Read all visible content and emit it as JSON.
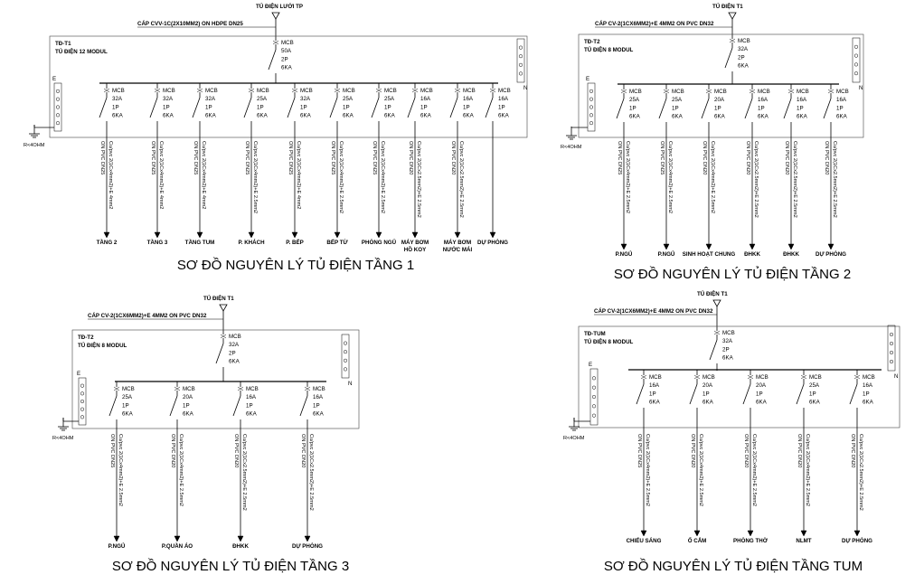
{
  "diagrams": [
    {
      "title": "SƠ ĐỒ NGUYÊN LÝ TỦ ĐIỆN TẦNG 1",
      "source": "TỦ ĐIỆN LƯỚI TP",
      "cable": "CÁP CVV-1C(2X10MM2) ON HDPE DN25",
      "panel": "TĐ-T1",
      "panel_desc": "TỦ ĐIỆN 12 MODUL",
      "main_mcb": [
        "MCB",
        "50A",
        "2P",
        "6KA"
      ],
      "earth_label": "E",
      "neutral_label": "N",
      "ground_label": "R<4OHM",
      "branches": [
        {
          "mcb": [
            "MCB",
            "32A",
            "1P",
            "6KA"
          ],
          "cable": [
            "Cu/pvc 2(1Cx4mm2)+E 4mm2",
            "ON PVC DN25"
          ],
          "load": [
            "TẦNG 2"
          ]
        },
        {
          "mcb": [
            "MCB",
            "32A",
            "1P",
            "6KA"
          ],
          "cable": [
            "Cu/pvc 2(1Cx4mm2)+E 4mm2",
            "ON PVC DN25"
          ],
          "load": [
            "TẦNG 3"
          ]
        },
        {
          "mcb": [
            "MCB",
            "32A",
            "1P",
            "6KA"
          ],
          "cable": [
            "Cu/pvc 2(1Cx4mm2)+E 4mm2",
            "ON PVC DN25"
          ],
          "load": [
            "TẦNG TUM"
          ]
        },
        {
          "mcb": [
            "MCB",
            "25A",
            "1P",
            "6KA"
          ],
          "cable": [
            "Cu/pvc 2(1Cx4mm2)+E 2.5mm2",
            "ON PVC DN25"
          ],
          "load": [
            "P. KHÁCH"
          ]
        },
        {
          "mcb": [
            "MCB",
            "32A",
            "1P",
            "6KA"
          ],
          "cable": [
            "Cu/pvc 2(1Cx4mm2)+E 4mm2",
            "ON PVC DN25"
          ],
          "load": [
            "P. BẾP"
          ]
        },
        {
          "mcb": [
            "MCB",
            "25A",
            "1P",
            "6KA"
          ],
          "cable": [
            "Cu/pvc 2(1Cx4mm2)+E 2.5mm2",
            "ON PVC DN25"
          ],
          "load": [
            "BẾP TỪ"
          ]
        },
        {
          "mcb": [
            "MCB",
            "25A",
            "1P",
            "6KA"
          ],
          "cable": [
            "Cu/pvc 2(1Cx4mm2)+E 2.5mm2",
            "ON PVC DN25"
          ],
          "load": [
            "PHÒNG NGỦ"
          ]
        },
        {
          "mcb": [
            "MCB",
            "16A",
            "1P",
            "6KA"
          ],
          "cable": [
            "Cu/pvc 2(1Cx2.5mm2)+E 2.5mm2",
            "ON PVC DN20"
          ],
          "load": [
            "MÁY BƠM",
            "HỒ KOY"
          ]
        },
        {
          "mcb": [
            "MCB",
            "16A",
            "1P",
            "6KA"
          ],
          "cable": [
            "Cu/pvc 2(1Cx2.5mm2)+E 2.5mm2",
            "ON PVC DN20"
          ],
          "load": [
            "MÁY BƠM",
            "NƯỚC MÁI"
          ]
        },
        {
          "mcb": [
            "MCB",
            "16A",
            "1P",
            "6KA"
          ],
          "cable": [
            "",
            ""
          ],
          "load": [
            "DỰ PHÒNG"
          ]
        }
      ]
    },
    {
      "title": "SƠ ĐỒ NGUYÊN LÝ TỦ ĐIỆN TẦNG 2",
      "source": "TỦ ĐIỆN T1",
      "cable": "CÁP CV-2(1CX6MM2)+E 4MM2 ON PVC DN32",
      "panel": "TĐ-T2",
      "panel_desc": "TỦ ĐIỆN 8 MODUL",
      "main_mcb": [
        "MCB",
        "32A",
        "2P",
        "6KA"
      ],
      "earth_label": "E",
      "neutral_label": "N",
      "ground_label": "R<4OHM",
      "branches": [
        {
          "mcb": [
            "MCB",
            "25A",
            "1P",
            "6KA"
          ],
          "cable": [
            "Cu/pvc 2(1Cx4mm2)+E 2.5mm2",
            "ON PVC DN25"
          ],
          "load": [
            "P.NGỦ"
          ]
        },
        {
          "mcb": [
            "MCB",
            "25A",
            "1P",
            "6KA"
          ],
          "cable": [
            "Cu/pvc 2(1Cx4mm2)+E 2.5mm2",
            "ON PVC DN25"
          ],
          "load": [
            "P.NGỦ"
          ]
        },
        {
          "mcb": [
            "MCB",
            "20A",
            "1P",
            "6KA"
          ],
          "cable": [
            "Cu/pvc 2(1Cx4mm2)+E 2.5mm2",
            "ON PVC DN20"
          ],
          "load": [
            "SINH HOẠT CHUNG"
          ]
        },
        {
          "mcb": [
            "MCB",
            "16A",
            "1P",
            "6KA"
          ],
          "cable": [
            "Cu/pvc 2(1Cx2.5mm2)+E 2.5mm2",
            "ON PVC DN20"
          ],
          "load": [
            "ĐHKK"
          ]
        },
        {
          "mcb": [
            "MCB",
            "16A",
            "1P",
            "6KA"
          ],
          "cable": [
            "Cu/pvc 2(1Cx2.5mm2)+E 2.5mm2",
            "ON PVC DN20"
          ],
          "load": [
            "ĐHKK"
          ]
        },
        {
          "mcb": [
            "MCB",
            "16A",
            "1P",
            "6KA"
          ],
          "cable": [
            "Cu/pvc 2(1Cx2.5mm2)+E 2.5mm2",
            "ON PVC DN20"
          ],
          "load": [
            "DỰ PHÒNG"
          ]
        }
      ]
    },
    {
      "title": "SƠ ĐỒ NGUYÊN LÝ TỦ ĐIỆN TẦNG 3",
      "source": "TỦ ĐIỆN T1",
      "cable": "CÁP CV-2(1CX6MM2)+E 4MM2 ON PVC DN32",
      "panel": "TĐ-T2",
      "panel_desc": "TỦ ĐIỆN 8 MODUL",
      "main_mcb": [
        "MCB",
        "32A",
        "2P",
        "6KA"
      ],
      "earth_label": "E",
      "neutral_label": "N",
      "ground_label": "R<4OHM",
      "branches": [
        {
          "mcb": [
            "MCB",
            "25A",
            "1P",
            "6KA"
          ],
          "cable": [
            "Cu/pvc 2(1Cx4mm2)+E 2.5mm2",
            "ON PVC DN25"
          ],
          "load": [
            "P.NGỦ"
          ]
        },
        {
          "mcb": [
            "MCB",
            "20A",
            "1P",
            "6KA"
          ],
          "cable": [
            "Cu/pvc 2(1Cx4mm2)+E 2.5mm2",
            "ON PVC DN20"
          ],
          "load": [
            "P.QUẦN ÁO"
          ]
        },
        {
          "mcb": [
            "MCB",
            "16A",
            "1P",
            "6KA"
          ],
          "cable": [
            "Cu/pvc 2(1Cx2.5mm2)+E 2.5mm2",
            "ON PVC DN20"
          ],
          "load": [
            "ĐHKK"
          ]
        },
        {
          "mcb": [
            "MCB",
            "16A",
            "1P",
            "6KA"
          ],
          "cable": [
            "Cu/pvc 2(1Cx2.5mm2)+E 2.5mm2",
            "ON PVC DN20"
          ],
          "load": [
            "DỰ PHÒNG"
          ]
        }
      ]
    },
    {
      "title": "SƠ ĐỒ NGUYÊN LÝ TỦ ĐIỆN TẦNG TUM",
      "source": "TỦ ĐIỆN T1",
      "cable": "CÁP CV-2(1CX6MM2)+E 4MM2 ON PVC DN32",
      "panel": "TĐ-TUM",
      "panel_desc": "TỦ ĐIỆN 8 MODUL",
      "main_mcb": [
        "MCB",
        "32A",
        "2P",
        "6KA"
      ],
      "earth_label": "E",
      "neutral_label": "N",
      "ground_label": "R<4OHM",
      "branches": [
        {
          "mcb": [
            "MCB",
            "16A",
            "1P",
            "6KA"
          ],
          "cable": [
            "Cu/pvc 2(1Cx4mm2)+E 2.5mm2",
            "ON PVC DN25"
          ],
          "load": [
            "CHIẾU SÁNG"
          ]
        },
        {
          "mcb": [
            "MCB",
            "20A",
            "1P",
            "6KA"
          ],
          "cable": [
            "Cu/pvc 2(1Cx4mm2)+E 2.5mm2",
            "ON PVC DN20"
          ],
          "load": [
            "Ổ CẮM"
          ]
        },
        {
          "mcb": [
            "MCB",
            "20A",
            "1P",
            "6KA"
          ],
          "cable": [
            "Cu/pvc 2(1Cx4mm2)+E 2.5mm2",
            "ON PVC DN20"
          ],
          "load": [
            "PHÒNG THỜ"
          ]
        },
        {
          "mcb": [
            "MCB",
            "25A",
            "1P",
            "6KA"
          ],
          "cable": [
            "Cu/pvc 2(1Cx4mm2)+E 2.5mm2",
            "ON PVC DN20"
          ],
          "load": [
            "NLMT"
          ]
        },
        {
          "mcb": [
            "MCB",
            "16A",
            "1P",
            "6KA"
          ],
          "cable": [
            "Cu/pvc 2(1Cx2.5mm2)+E 2.5mm2",
            "ON PVC DN20"
          ],
          "load": [
            "DỰ PHÒNG"
          ]
        }
      ]
    }
  ]
}
